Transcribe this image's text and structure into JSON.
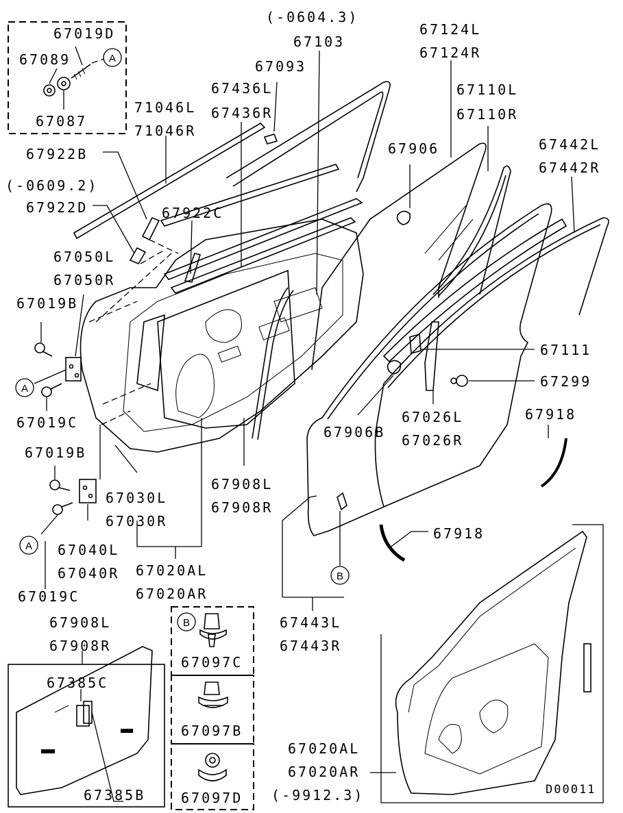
{
  "labels": {
    "l67019D": "67019D",
    "l67089": "67089",
    "l67087": "67087",
    "l0604": "(-0604.3)",
    "l67103": "67103",
    "l67093": "67093",
    "l67124L": "67124L",
    "l67124R": "67124R",
    "l67110L": "67110L",
    "l67110R": "67110R",
    "l67436L": "67436L",
    "l67436R": "67436R",
    "l71046L": "71046L",
    "l71046R": "71046R",
    "l67922B": "67922B",
    "l0609": "(-0609.2)",
    "l67922D": "67922D",
    "l67922C": "67922C",
    "l67906": "67906",
    "l67442L": "67442L",
    "l67442R": "67442R",
    "l67050L": "67050L",
    "l67050R": "67050R",
    "l67019B_1": "67019B",
    "l67019C_1": "67019C",
    "l67111": "67111",
    "l67299": "67299",
    "l67026L": "67026L",
    "l67026R": "67026R",
    "l67906B": "67906B",
    "l67918_1": "67918",
    "l67019B_2": "67019B",
    "l67030L": "67030L",
    "l67030R": "67030R",
    "l67908L_1": "67908L",
    "l67908R_1": "67908R",
    "l67040L": "67040L",
    "l67040R": "67040R",
    "l67020AL_1": "67020AL",
    "l67020AR_1": "67020AR",
    "l67019C_2": "67019C",
    "l67918_2": "67918",
    "l67443L": "67443L",
    "l67443R": "67443R",
    "l67908L_2": "67908L",
    "l67908R_2": "67908R",
    "l67385C": "67385C",
    "l67385B": "67385B",
    "l67097C": "67097C",
    "l67097B": "67097B",
    "l67097D": "67097D",
    "l67020AL_2": "67020AL",
    "l67020AR_2": "67020AR",
    "l9912": "(-9912.3)",
    "diagramId": "D00011"
  },
  "callouts": {
    "a": "A",
    "b": "B"
  }
}
